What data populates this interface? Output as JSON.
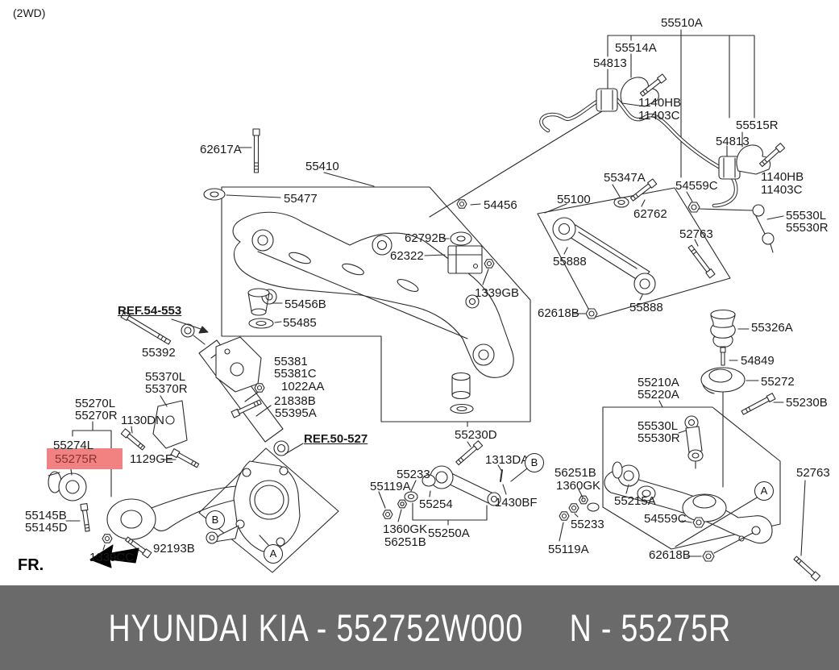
{
  "page": {
    "drive_type": "(2WD)",
    "fr_label": "FR."
  },
  "footer": {
    "left": "HYUNDAI  KIA - 552752W000",
    "right": "N - 55275R"
  },
  "colors": {
    "highlight_bg": "#f28282",
    "highlight_text": "#8b3232",
    "footer_bg": "#6a6a6a",
    "footer_text": "#ffffff",
    "line_art": "#2b2b2b"
  },
  "callouts": [
    {
      "letter": "B"
    },
    {
      "letter": "A"
    },
    {
      "letter": "B"
    },
    {
      "letter": "A"
    }
  ],
  "labels": [
    {
      "text": "55510A"
    },
    {
      "text": "55514A"
    },
    {
      "text": "54813"
    },
    {
      "text": "1140HB"
    },
    {
      "text": "11403C"
    },
    {
      "text": "55515R"
    },
    {
      "text": "54813"
    },
    {
      "text": "1140HB"
    },
    {
      "text": "11403C"
    },
    {
      "text": "62617A"
    },
    {
      "text": "55410"
    },
    {
      "text": "55477"
    },
    {
      "text": "54456"
    },
    {
      "text": "62792B"
    },
    {
      "text": "62322"
    },
    {
      "text": "1339GB"
    },
    {
      "text": "55100"
    },
    {
      "text": "55347A"
    },
    {
      "text": "62762"
    },
    {
      "text": "54559C"
    },
    {
      "text": "52763"
    },
    {
      "text": "55530L"
    },
    {
      "text": "55530R"
    },
    {
      "text": "55888"
    },
    {
      "text": "55888"
    },
    {
      "text": "62618B"
    },
    {
      "text": "55456B"
    },
    {
      "text": "55485"
    },
    {
      "text": "REF.54-553"
    },
    {
      "text": "55392"
    },
    {
      "text": "55370L"
    },
    {
      "text": "55370R"
    },
    {
      "text": "55381"
    },
    {
      "text": "55381C"
    },
    {
      "text": "1022AA"
    },
    {
      "text": "21838B"
    },
    {
      "text": "55395A"
    },
    {
      "text": "1130DN"
    },
    {
      "text": "55270L"
    },
    {
      "text": "55270R"
    },
    {
      "text": "55274L"
    },
    {
      "text": "55275R",
      "highlighted": true
    },
    {
      "text": "1129GE"
    },
    {
      "text": "55145B"
    },
    {
      "text": "55145D"
    },
    {
      "text": "1339CC"
    },
    {
      "text": "92193B"
    },
    {
      "text": "REF.50-527"
    },
    {
      "text": "55230D"
    },
    {
      "text": "1313DA"
    },
    {
      "text": "1430BF"
    },
    {
      "text": "55233"
    },
    {
      "text": "55119A"
    },
    {
      "text": "55254"
    },
    {
      "text": "1360GK"
    },
    {
      "text": "56251B"
    },
    {
      "text": "55250A"
    },
    {
      "text": "55326A"
    },
    {
      "text": "54849"
    },
    {
      "text": "55272"
    },
    {
      "text": "55230B"
    },
    {
      "text": "55210A"
    },
    {
      "text": "55220A"
    },
    {
      "text": "55530L"
    },
    {
      "text": "55530R"
    },
    {
      "text": "52763"
    },
    {
      "text": "56251B"
    },
    {
      "text": "1360GK"
    },
    {
      "text": "55233"
    },
    {
      "text": "55119A"
    },
    {
      "text": "55215A"
    },
    {
      "text": "54559C"
    },
    {
      "text": "62618B"
    }
  ]
}
